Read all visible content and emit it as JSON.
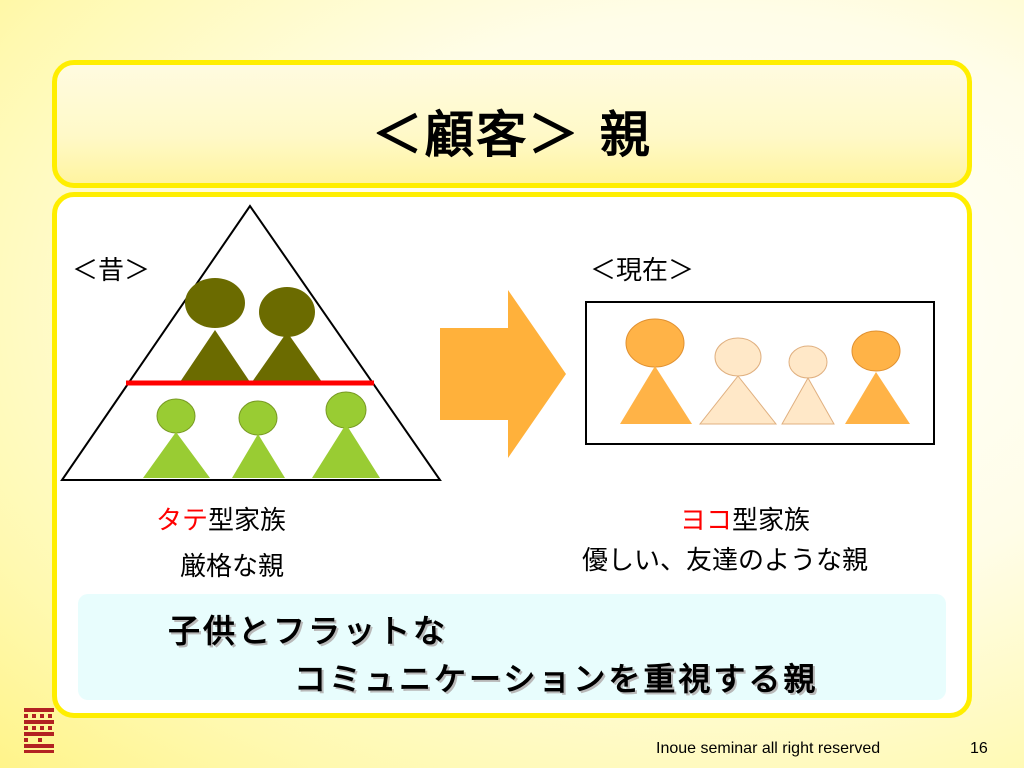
{
  "title": "＜顧客＞ 親",
  "left": {
    "heading": "＜昔＞",
    "caption_red": "タテ",
    "caption_rest": "型家族",
    "caption_line2": "厳格な親"
  },
  "right": {
    "heading": "＜現在＞",
    "caption_red": "ヨコ",
    "caption_rest": "型家族",
    "caption_line2": "優しい、友達のような親"
  },
  "bottom": {
    "line1": "子供とフラットな",
    "line2": "コミュニケーションを重視する親"
  },
  "footer": {
    "text": "Inoue seminar all right  reserved",
    "page": "16"
  },
  "colors": {
    "border": "#ffee00",
    "parent_old": "#6b6b00",
    "child_old": "#99cc33",
    "divider": "#ff0000",
    "arrow": "#ffb13b",
    "parent_now": "#ffb347",
    "child_now": "#ffe8c8",
    "logo": "#b22222"
  }
}
